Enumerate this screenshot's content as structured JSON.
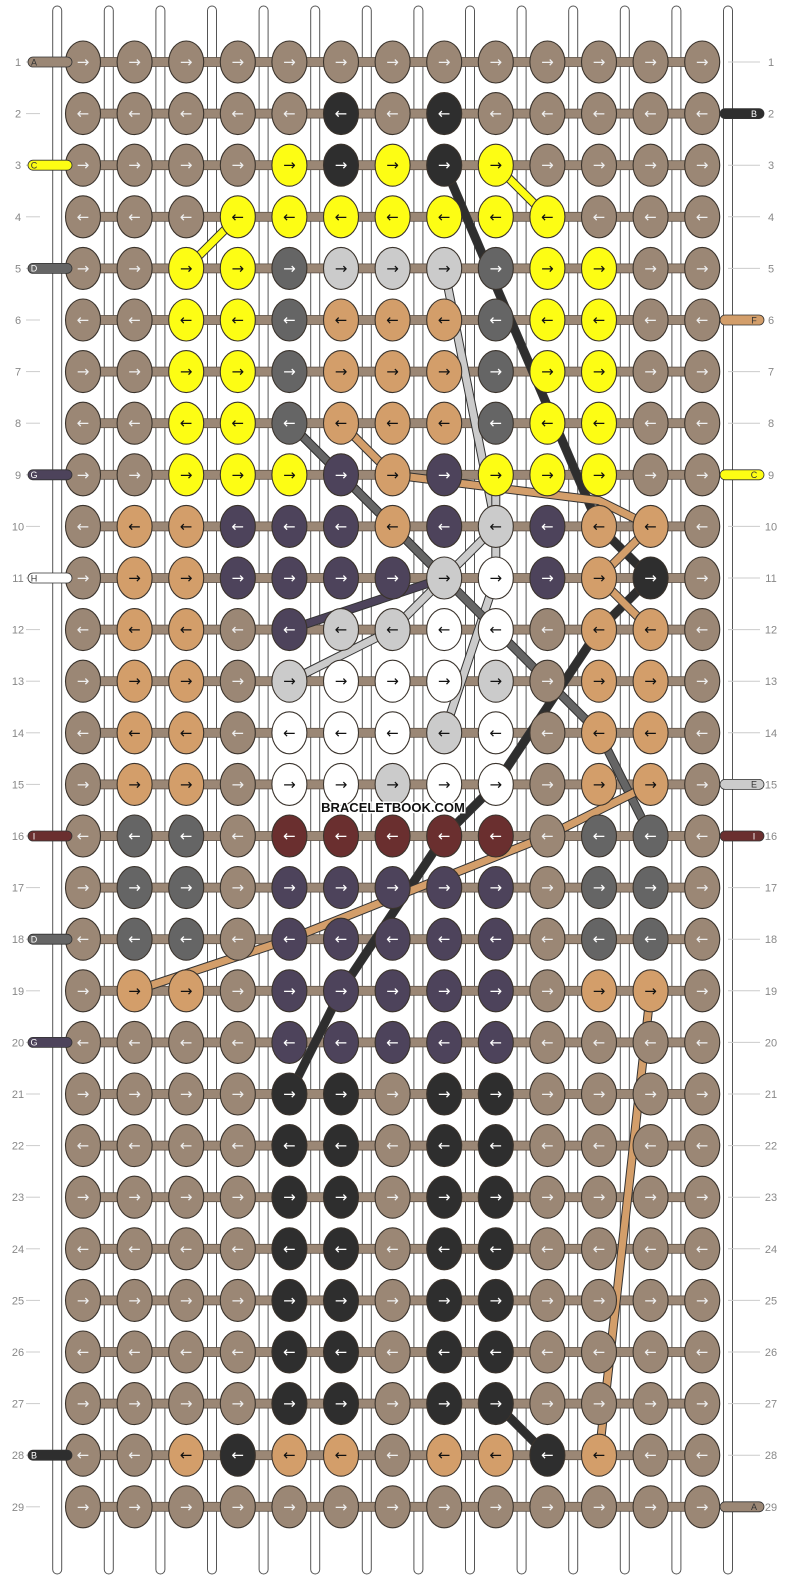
{
  "watermark": "BRACELETBOOK.COM",
  "row_numbers": [
    "1",
    "2",
    "3",
    "4",
    "5",
    "6",
    "7",
    "8",
    "9",
    "10",
    "11",
    "12",
    "13",
    "14",
    "15",
    "16",
    "17",
    "18",
    "19",
    "20",
    "21",
    "22",
    "23",
    "24",
    "25",
    "26",
    "27",
    "28",
    "29"
  ],
  "colors": {
    "A": "#9b8775",
    "B": "#2e2e2e",
    "C": "#fdfd14",
    "D": "#656565",
    "E": "#cbcbcb",
    "F": "#d39e6a",
    "G": "#4d435b",
    "H": "#ffffff",
    "I": "#6a2f2f"
  },
  "thread_labels": {
    "left": [
      {
        "row": 1,
        "letter": "A"
      },
      {
        "row": 3,
        "letter": "C"
      },
      {
        "row": 5,
        "letter": "D"
      },
      {
        "row": 9,
        "letter": "G"
      },
      {
        "row": 11,
        "letter": "H"
      },
      {
        "row": 16,
        "letter": "I"
      },
      {
        "row": 18,
        "letter": "D"
      },
      {
        "row": 20,
        "letter": "G"
      },
      {
        "row": 28,
        "letter": "B"
      }
    ],
    "right": [
      {
        "row": 2,
        "letter": "B"
      },
      {
        "row": 6,
        "letter": "F"
      },
      {
        "row": 9,
        "letter": "C"
      },
      {
        "row": 15,
        "letter": "E"
      },
      {
        "row": 16,
        "letter": "I"
      },
      {
        "row": 29,
        "letter": "A"
      }
    ]
  },
  "knots": [
    "AAAAAAAAAAAAA",
    "AAAAABABAAAAA",
    "AAAACBCBCAAAA",
    "AAACCCCCCCAAA",
    "AACCDEEEDCCAA",
    "AACCDFFFDCCAA",
    "AACCDFFFDCCAA",
    "AACCDFFFDCCAA",
    "AACCCGFGCCCAA",
    "AFFGGGFGEGFFA",
    "AFFGGGGEHGFBA",
    "AFFAGEEHHAFFA",
    "AFFAEHHHEAFFA",
    "AFFAHHHEHAFFA",
    "AFFAHHEHHAFFA",
    "ADDAIIIIIADDA",
    "ADDAGGGGGADDA",
    "ADDAGGGGGADDA",
    "AFFAGGGGGAFFA",
    "AAAAGGGGGAAAA",
    "AAAABBABBAAAA",
    "AAAABBABBAAAA",
    "AAAABBABBAAAA",
    "AAAABBABBAAAA",
    "AAAABBABBAAAA",
    "AAAABBABBAAAA",
    "AAAABBABBAAAA",
    "AAFBFFAFFBFAA",
    "AAAAAAAAAAAAA"
  ],
  "accent_threads": [
    {
      "color": "C",
      "points": [
        [
          3,
          8
        ],
        [
          4,
          9
        ]
      ]
    },
    {
      "color": "C",
      "points": [
        [
          4,
          3
        ],
        [
          5,
          2
        ]
      ]
    },
    {
      "color": "B",
      "points": [
        [
          3,
          7
        ],
        [
          10,
          10
        ],
        [
          11,
          11
        ],
        [
          12,
          10
        ],
        [
          15,
          8
        ],
        [
          16,
          7
        ],
        [
          19,
          5
        ],
        [
          21,
          4
        ]
      ]
    },
    {
      "color": "E",
      "points": [
        [
          5,
          7
        ],
        [
          10,
          8
        ],
        [
          11,
          7
        ],
        [
          12,
          6
        ],
        [
          13,
          4
        ]
      ]
    },
    {
      "color": "E",
      "points": [
        [
          14,
          7
        ],
        [
          11,
          8
        ],
        [
          9,
          8
        ]
      ]
    },
    {
      "color": "F",
      "points": [
        [
          8,
          5
        ],
        [
          9,
          6
        ],
        [
          9.5,
          10
        ],
        [
          10,
          11
        ],
        [
          11,
          10
        ],
        [
          12,
          11
        ]
      ]
    },
    {
      "color": "G",
      "points": [
        [
          8,
          4
        ],
        [
          9,
          5
        ],
        [
          11,
          7
        ],
        [
          12,
          4
        ]
      ]
    },
    {
      "color": "D",
      "points": [
        [
          8,
          4
        ],
        [
          11,
          7
        ],
        [
          13,
          9
        ],
        [
          14,
          10
        ],
        [
          16,
          11
        ]
      ]
    },
    {
      "color": "F",
      "points": [
        [
          15,
          11
        ],
        [
          16,
          9
        ],
        [
          18,
          4
        ],
        [
          19,
          1
        ]
      ]
    },
    {
      "color": "F",
      "points": [
        [
          19,
          11
        ],
        [
          28,
          10
        ]
      ]
    },
    {
      "color": "B",
      "points": [
        [
          27,
          8
        ],
        [
          28,
          9
        ]
      ]
    }
  ]
}
